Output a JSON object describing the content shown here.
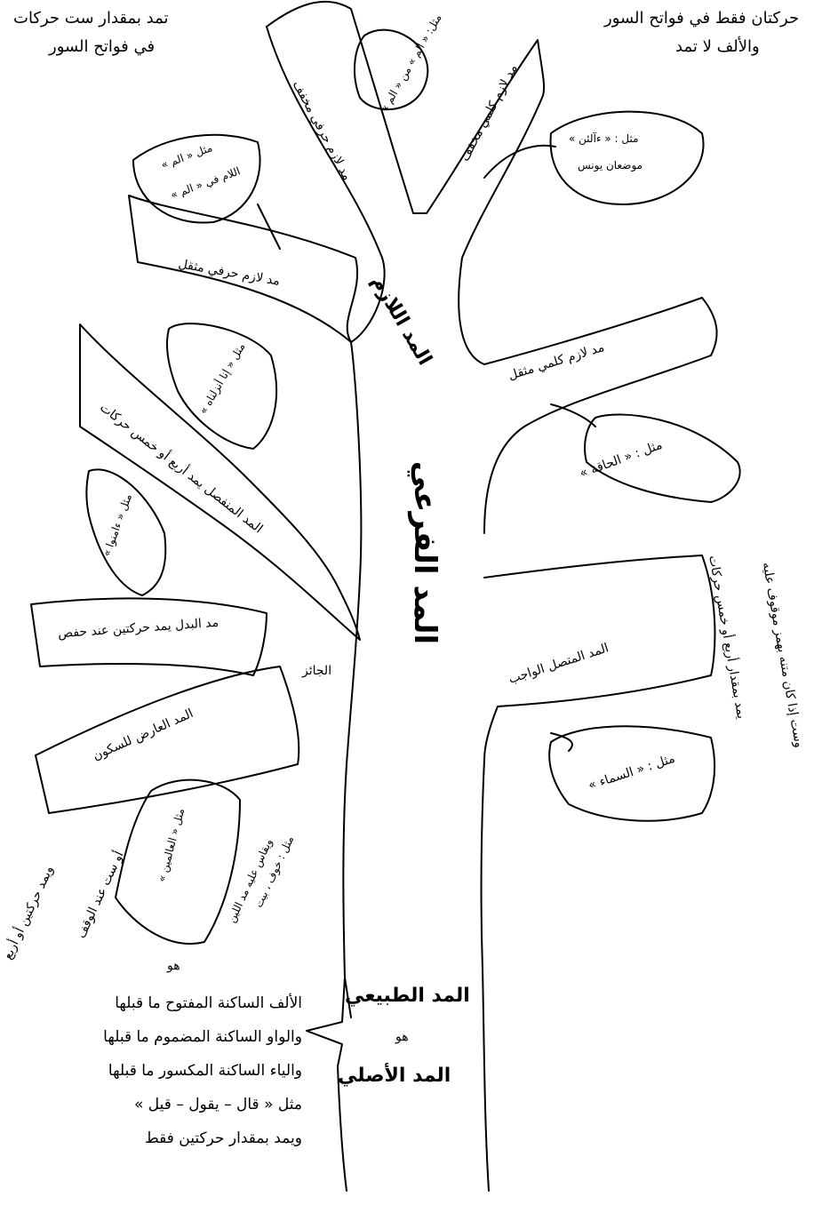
{
  "corner_notes": {
    "top_left_line1": "تمد بمقدار ست حركات",
    "top_left_line2": "في فواتح السور",
    "top_right_line1": "حركتان فقط في فواتح السور",
    "top_right_line2": "والألف لا تمد"
  },
  "trunk": {
    "main_title": "المد الفرعي",
    "lazim_label": "المد اللازم",
    "jaiz_label": "الجائز"
  },
  "branches": {
    "harfi_mukhaffaf": "مد لازم حرفي مخفف",
    "kalimi_mukhaffaf": "مد لازم كلمي مخفف",
    "harfi_muthaqqal": "مد لازم حرفي مثقل",
    "kalimi_muthaqqal": "مد لازم كلمي مثقل",
    "munfasil": "المد المنفصل يمد أربع أو خمس حركات",
    "badal": "مد البدل يمد حركتين عند حفص",
    "arid": "المد العارض للسكون",
    "muttasil": "المد المتصل الواجب"
  },
  "leaves": {
    "harfi_mukhaffaf_example": "مثل: « الم » من « الم »",
    "kalimi_mukhaffaf_example_1": "مثل : « ءآلئن »",
    "kalimi_mukhaffaf_example_2": "موضعان يونس",
    "harfi_muthaqqal_example_1": "مثل « الم »",
    "harfi_muthaqqal_example_2": "اللام في « الم »",
    "kalimi_muthaqqal_example": "مثل : « الحاقة »",
    "munfasil_example": "مثل « إنا أنزلناه »",
    "badal_example": "مثل « ءامنوا »",
    "arid_example": "مثل « العالمين »",
    "muttasil_example": "مثل : « السماء »"
  },
  "side_notes": {
    "muttasil_line1": "يمد بمقدار أربع أو خمس حركات",
    "muttasil_line2": "وست إذا كان متنه بهمز موقوف عليه",
    "arid_line1": "ويمد حركتين أو أربع",
    "arid_line2": "أو ست عند الوقف",
    "leen_line1": "ويقاس عليه مد اللين",
    "leen_line2": "مثل : خوف ، بيت"
  },
  "root": {
    "tabii": "المد الطبيعي",
    "huwa": "هو",
    "asli": "المد الأصلي"
  },
  "definition": {
    "huwa": "هو",
    "line1": "الألف الساكنة المفتوح ما قبلها",
    "line2": "والواو الساكنة المضموم ما قبلها",
    "line3": "والياء الساكنة المكسور ما قبلها",
    "line4": "مثل « قال – يقول – قيل »",
    "line5": "ويمد بمقدار حركتين فقط"
  }
}
